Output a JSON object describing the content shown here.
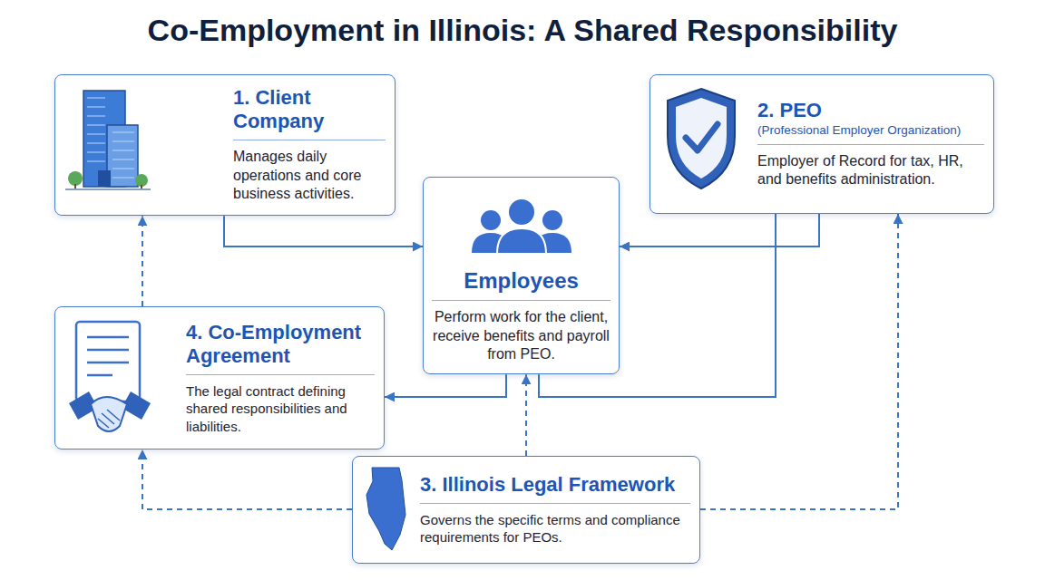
{
  "diagram": {
    "title": "Co-Employment in Illinois: A Shared Responsibility",
    "nodes": [
      {
        "text": [
          "1. Client Company",
          "Manages daily operations and core business activities."
        ]
      },
      {
        "text": [
          "2. PEO",
          "(Professional Employer Organization)",
          "Employer of Record for tax, HR, and benefits administration."
        ]
      },
      {
        "text": [
          "Employees",
          "Perform work for the client, receive benefits and payroll from PEO."
        ]
      },
      {
        "text": [
          "4. Co-Employment Agreement",
          "The legal contract defining shared responsibilities and liabilities."
        ]
      },
      {
        "text": [
          "3. Illinois Legal Framework",
          "Governs the specific terms and compliance requirements for PEOs."
        ]
      }
    ],
    "edges": [
      {
        "from": 0,
        "to": 2,
        "arrow": "to"
      },
      {
        "from": 1,
        "to": 2,
        "arrow": "to"
      },
      {
        "from": 2,
        "to": 3,
        "arrow": "to"
      },
      {
        "from": 2,
        "to": 1,
        "arrow": "none"
      },
      {
        "from": 3,
        "to": 0,
        "arrow": "to"
      },
      {
        "from": 4,
        "to": 3,
        "arrow": "to"
      },
      {
        "from": 4,
        "to": 2,
        "arrow": "to"
      },
      {
        "from": 4,
        "to": 1,
        "arrow": "to"
      }
    ]
  }
}
